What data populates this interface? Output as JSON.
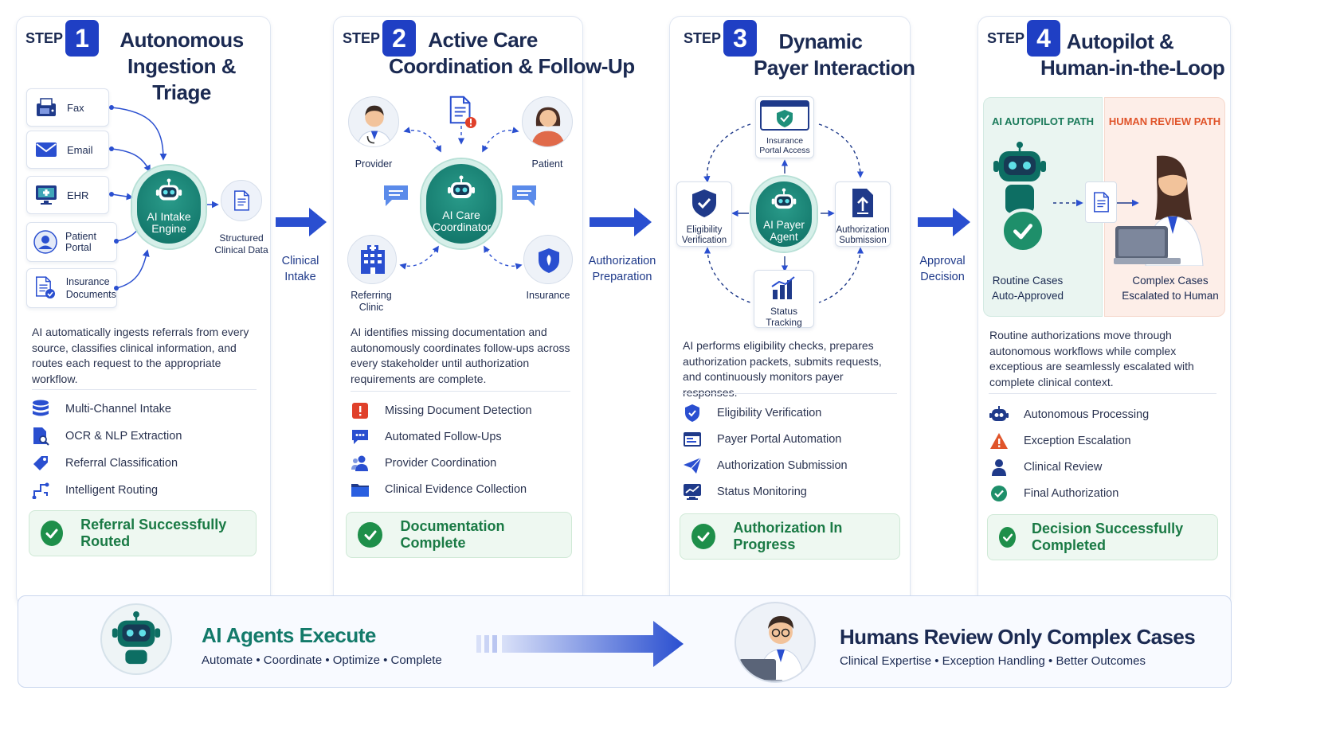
{
  "step_label": "STEP",
  "steps": [
    {
      "num": "1",
      "title_line1": "Autonomous",
      "title_line2": "Ingestion & Triage",
      "sources": [
        "Fax",
        "Email",
        "EHR",
        "Patient Portal",
        "Insurance Documents"
      ],
      "hub": "AI Intake Engine",
      "output": "Structured Clinical Data",
      "desc": "AI automatically ingests referrals from every source, classifies clinical information, and routes each request to the appropriate workflow.",
      "features": [
        "Multi-Channel Intake",
        "OCR & NLP Extraction",
        "Referral Classification",
        "Intelligent Routing"
      ],
      "status": "Referral Successfully Routed"
    },
    {
      "num": "2",
      "title_line1": "Active Care",
      "title_line2": "Coordination & Follow-Up",
      "nodes": {
        "provider": "Provider",
        "patient": "Patient",
        "clinic": "Referring Clinic",
        "insurance": "Insurance"
      },
      "hub": "AI Care Coordinator",
      "desc": "AI identifies missing documentation and autonomously coordinates follow-ups across every stakeholder until authorization requirements are complete.",
      "features": [
        "Missing Document Detection",
        "Automated Follow-Ups",
        "Provider Coordination",
        "Clinical Evidence Collection"
      ],
      "status": "Documentation Complete"
    },
    {
      "num": "3",
      "title_line1": "Dynamic",
      "title_line2": "Payer Interaction",
      "nodes": {
        "portal": "Insurance Portal Access",
        "eligibility": "Eligibility Verification",
        "submission": "Authorization Submission",
        "tracking": "Status Tracking"
      },
      "hub": "AI Payer Agent",
      "desc": "AI performs eligibility checks, prepares authorization packets, submits requests, and continuously monitors payer responses.",
      "features": [
        "Eligibility Verification",
        "Payer Portal Automation",
        "Authorization Submission",
        "Status Monitoring"
      ],
      "status": "Authorization In Progress"
    },
    {
      "num": "4",
      "title_line1": "Autopilot &",
      "title_line2": "Human-in-the-Loop",
      "ai_path": "AI AUTOPILOT PATH",
      "human_path": "HUMAN REVIEW PATH",
      "ai_caption": "Routine Cases Auto-Approved",
      "human_caption": "Complex Cases Escalated to Human",
      "desc": "Routine authorizations move through autonomous workflows while complex exceptious are seamlessly escalated with complete clinical context.",
      "features": [
        "Autonomous Processing",
        "Exception Escalation",
        "Clinical Review",
        "Final Authorization"
      ],
      "status": "Decision Successfully Completed"
    }
  ],
  "transitions": [
    "Clinical Intake",
    "Authorization Preparation",
    "Approval Decision"
  ],
  "bottom": {
    "left_title": "AI Agents Execute",
    "left_sub": "Automate • Coordinate • Optimize • Complete",
    "right_title": "Humans Review Only Complex Cases",
    "right_sub": "Clinical Expertise • Exception Handling • Better Outcomes"
  },
  "colors": {
    "accent": "#1f3fc4",
    "teal": "#0d6e63",
    "success": "#1e8f4a",
    "human": "#e0542a"
  }
}
